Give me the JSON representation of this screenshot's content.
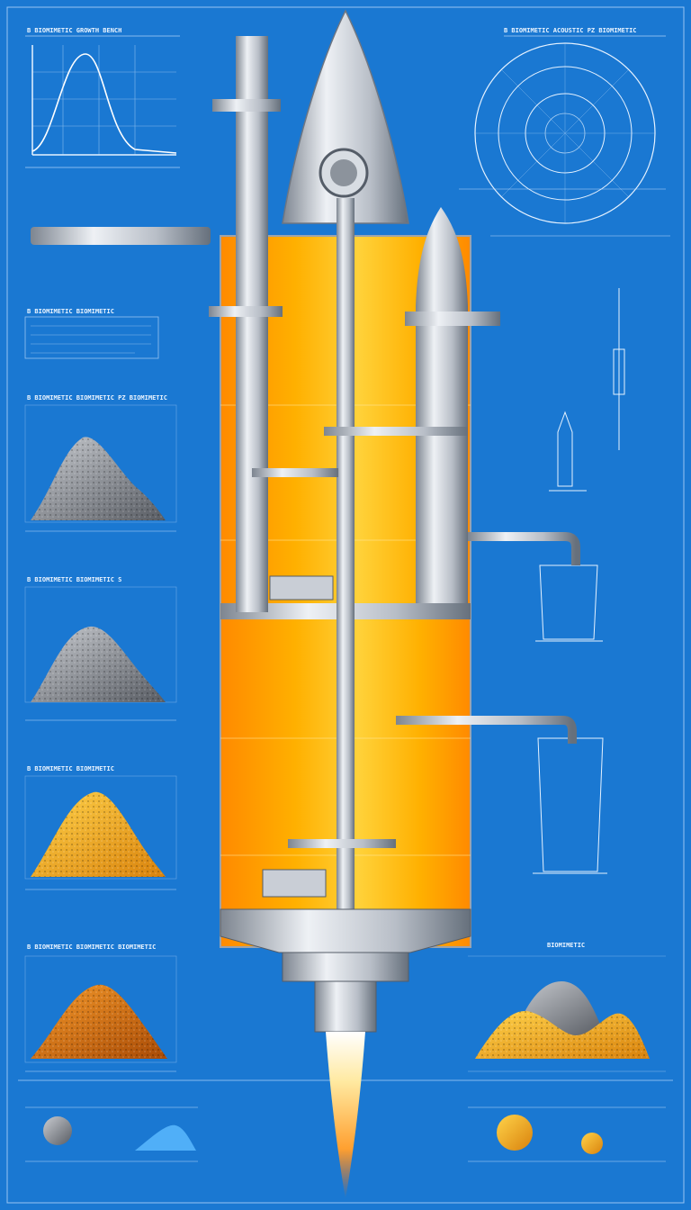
{
  "colors": {
    "background": "#1a78d2",
    "line": "#cfe6ff",
    "steel": "#c9ced6",
    "steel_dark": "#6e7682",
    "fuel": "#ffb000",
    "fuel_light": "#ffd23a",
    "fuel_edge": "#ff8a00",
    "ore_gray": "#8a8d92",
    "ore_gold": "#f2a51e",
    "ore_copper": "#e07a16",
    "flame": "#ffe9a0"
  },
  "panels": {
    "top_left_chart": {
      "heading": "B  BIOMIMETIC GROWTH BENCH"
    },
    "top_right_disk": {
      "heading": "B  BIOMIMETIC ACOUSTIC PZ BIOMIMETIC"
    },
    "left_block_1": {
      "heading": "B  BIOMIMETIC BIOMIMETIC"
    },
    "left_pile_1": {
      "heading": "B  BIOMIMETIC BIOMIMETIC PZ BIOMIMETIC"
    },
    "left_pile_2": {
      "heading": "B  BIOMIMETIC BIOMIMETIC S"
    },
    "left_pile_3": {
      "heading": "B  BIOMIMETIC BIOMIMETIC"
    },
    "left_pile_4": {
      "heading": "B  BIOMIMETIC BIOMIMETIC BIOMIMETIC"
    },
    "right_pile": {
      "heading": "BIOMIMETIC"
    }
  }
}
